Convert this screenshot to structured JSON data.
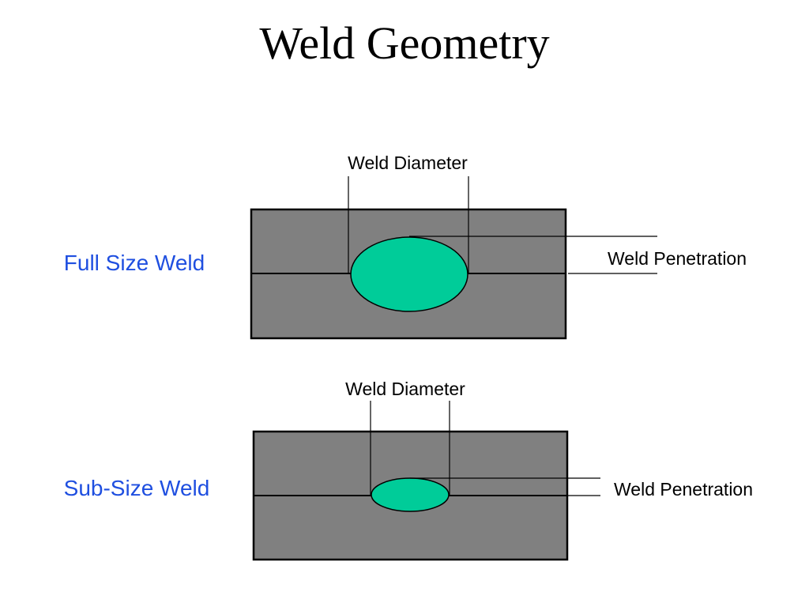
{
  "title": "Weld Geometry",
  "colors": {
    "plate": "#808080",
    "weld_nugget": "#00cc99",
    "outline": "#000000",
    "side_label": "#1f4fe0",
    "text": "#000000"
  },
  "diagrams": [
    {
      "side_label": "Full Size Weld",
      "diameter_label": "Weld Diameter",
      "penetration_label": "Weld Penetration"
    },
    {
      "side_label": "Sub-Size Weld",
      "diameter_label": "Weld Diameter",
      "penetration_label": "Weld Penetration"
    }
  ]
}
